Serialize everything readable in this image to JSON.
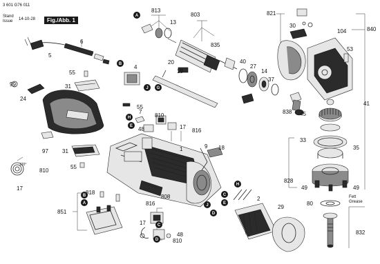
{
  "header": {
    "doc_number": "3 601 G76 011",
    "stand_label": "Stand",
    "issue_label": "Issue",
    "date": "14-10-28",
    "figure_label": "Fig./Abb. 1"
  },
  "annotation": {
    "fett": "Fett",
    "grease": "Grease"
  },
  "callouts": {
    "c813": "813",
    "c803": "803",
    "c821": "821",
    "c840": "840",
    "c104": "104",
    "c30": "30",
    "c13": "13",
    "c835": "835",
    "c6": "6",
    "c5": "5",
    "c53": "53",
    "c40": "40",
    "c27": "27",
    "c14": "14",
    "c37": "37",
    "c4": "4",
    "c20": "20",
    "c19": "19",
    "c55a": "55",
    "c55b": "55",
    "c55c": "55",
    "c99": "99",
    "c31a": "31",
    "c31b": "31",
    "c24": "24",
    "c810a": "810",
    "c810b": "810",
    "c810c": "810",
    "c838": "838",
    "c41": "41",
    "c45": "45",
    "c17a": "17",
    "c17b": "17",
    "c17c": "17",
    "c816a": "816",
    "c816b": "816",
    "c7": "7",
    "c48a": "48",
    "c48b": "48",
    "c97": "97",
    "c1": "1",
    "c9": "9",
    "c18": "18",
    "c33": "33",
    "c35": "35",
    "c818": "818",
    "c808": "808",
    "c2": "2",
    "c828": "828",
    "c49a": "49",
    "c49b": "49",
    "c80": "80",
    "c851": "851",
    "c29": "29",
    "c832": "832",
    "c120": "120°"
  },
  "letters": {
    "a1": "A",
    "a2": "A",
    "b1": "B",
    "b2": "B",
    "c1": "C",
    "c2": "C",
    "d1": "D",
    "d2": "D",
    "e1": "E",
    "e2": "E",
    "g1": "G",
    "g2": "G",
    "h1": "H",
    "h2": "H",
    "j1": "J",
    "j2": "J"
  }
}
